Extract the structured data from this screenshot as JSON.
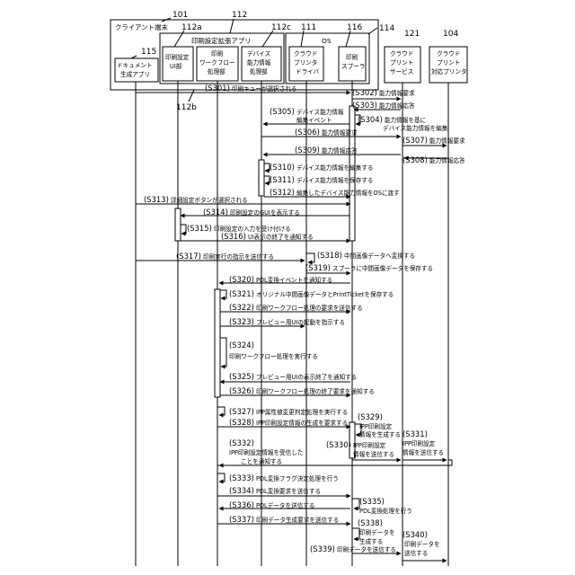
{
  "refs": {
    "r101": "101",
    "r112": "112",
    "r112a": "112a",
    "r112c": "112c",
    "r111": "111",
    "r116": "116",
    "r114": "114",
    "r121": "121",
    "r104": "104",
    "r115": "115",
    "r112b": "112b"
  },
  "client": "クライアント端末",
  "extension_app": "印刷設定拡張アプリ",
  "os": "OS",
  "boxes": {
    "doc_app": [
      "ドキュメント",
      "生成アプリ"
    ],
    "ui": [
      "印刷設定",
      "UI部"
    ],
    "wf": [
      "印刷",
      "ワークフロー",
      "処理部"
    ],
    "dev": [
      "デバイス",
      "能力情報",
      "処理部"
    ],
    "drv": [
      "クラウド",
      "プリンタ",
      "ドライバ"
    ],
    "spool": [
      "印刷",
      "スプーラ"
    ],
    "svc": [
      "クラウド",
      "プリント",
      "サービス"
    ],
    "prn": [
      "クラウド",
      "プリント",
      "対応プリンタ"
    ]
  },
  "steps": [
    {
      "id": "s301",
      "step": "(S301)",
      "text": "印刷キューが選択される"
    },
    {
      "id": "s302",
      "step": "(S302)",
      "text": "能力情報要求"
    },
    {
      "id": "s303",
      "step": "(S303)",
      "text": "能力情報応答"
    },
    {
      "id": "s305",
      "step": "(S305)",
      "text": "デバイス能力情報",
      "text2": "編集イベント"
    },
    {
      "id": "s304",
      "step": "(S304)",
      "text": "能力情報を基に",
      "text2": "デバイス能力情報を編集"
    },
    {
      "id": "s306",
      "step": "(S306)",
      "text": "能力情報要求"
    },
    {
      "id": "s307",
      "step": "(S307)",
      "text": "能力情報要求"
    },
    {
      "id": "s308",
      "step": "(S308)",
      "text": "能力情報応答"
    },
    {
      "id": "s309",
      "step": "(S309)",
      "text": "能力情報応答"
    },
    {
      "id": "s310",
      "step": "(S310)",
      "text": "デバイス能力情報を編集する"
    },
    {
      "id": "s311",
      "step": "(S311)",
      "text": "デバイス能力情報を保存する"
    },
    {
      "id": "s312",
      "step": "(S312)",
      "text": "編集したデバイス能力情報をOSに渡す"
    },
    {
      "id": "s313",
      "step": "(S313)",
      "text": "詳細設定ボタンが選択される"
    },
    {
      "id": "s314",
      "step": "(S314)",
      "text": "印刷設定のGUIを表示する"
    },
    {
      "id": "s315",
      "step": "(S315)",
      "text": "印刷設定の入力を受け付ける"
    },
    {
      "id": "s316",
      "step": "(S316)",
      "text": "UI表示の終了を通知する"
    },
    {
      "id": "s317",
      "step": "(S317)",
      "text": "印刷実行の指示を送信する"
    },
    {
      "id": "s318",
      "step": "(S318)",
      "text": "中間画像データへ変換する"
    },
    {
      "id": "s319",
      "step": "(S319)",
      "text": "スプーラに中間画像データを保存する"
    },
    {
      "id": "s320",
      "step": "(S320)",
      "text": "PDL変換イベントを通知する"
    },
    {
      "id": "s321",
      "step": "(S321)",
      "text": "オリジナル中間画像データとPrintTicketを保存する"
    },
    {
      "id": "s322",
      "step": "(S322)",
      "text": "印刷ワークフロー処理の要求を送信する"
    },
    {
      "id": "s323",
      "step": "(S323)",
      "text": "プレビュー用UIの起動を指示する"
    },
    {
      "id": "s324",
      "step": "(S324)",
      "text": "印刷ワークフロー処理を実行する"
    },
    {
      "id": "s325",
      "step": "(S325)",
      "text": "プレビュー用UIの表示終了を通知する"
    },
    {
      "id": "s326",
      "step": "(S326)",
      "text": "印刷ワークフロー処理の終了要求を通知する"
    },
    {
      "id": "s327",
      "step": "(S327)",
      "text": "IPP属性値変更判定処理を実行する"
    },
    {
      "id": "s328",
      "step": "(S328)",
      "text": "IPP印刷設定情報の生成を要求する"
    },
    {
      "id": "s329",
      "step": "(S329)",
      "text": "IPP印刷設定",
      "text2": "情報を生成する"
    },
    {
      "id": "s330",
      "step": "(S330)",
      "text": "IPP印刷設定",
      "text2": "情報を送信する"
    },
    {
      "id": "s331",
      "step": "(S331)",
      "text": "IPP印刷設定",
      "text2": "情報を送信する"
    },
    {
      "id": "s332",
      "step": "(S332)",
      "text": "IPP印刷設定情報を受信した",
      "text2": "ことを通知する"
    },
    {
      "id": "s333",
      "step": "(S333)",
      "text": "PDL変換フラグ決定処理を行う"
    },
    {
      "id": "s334",
      "step": "(S334)",
      "text": "PDL変換要求を送信する"
    },
    {
      "id": "s335",
      "step": "(S335)",
      "text": "PDL変換処理を行う"
    },
    {
      "id": "s336",
      "step": "(S336)",
      "text": "PDLデータを送信する"
    },
    {
      "id": "s337",
      "step": "(S337)",
      "text": "印刷データ生成要求を送信する"
    },
    {
      "id": "s338",
      "step": "(S338)",
      "text": "印刷データを",
      "text2": "生成する"
    },
    {
      "id": "s339",
      "step": "(S339)",
      "text": "印刷データを送信する"
    },
    {
      "id": "s340",
      "step": "(S340)",
      "text": "印刷データを",
      "text2": "送信する"
    }
  ]
}
